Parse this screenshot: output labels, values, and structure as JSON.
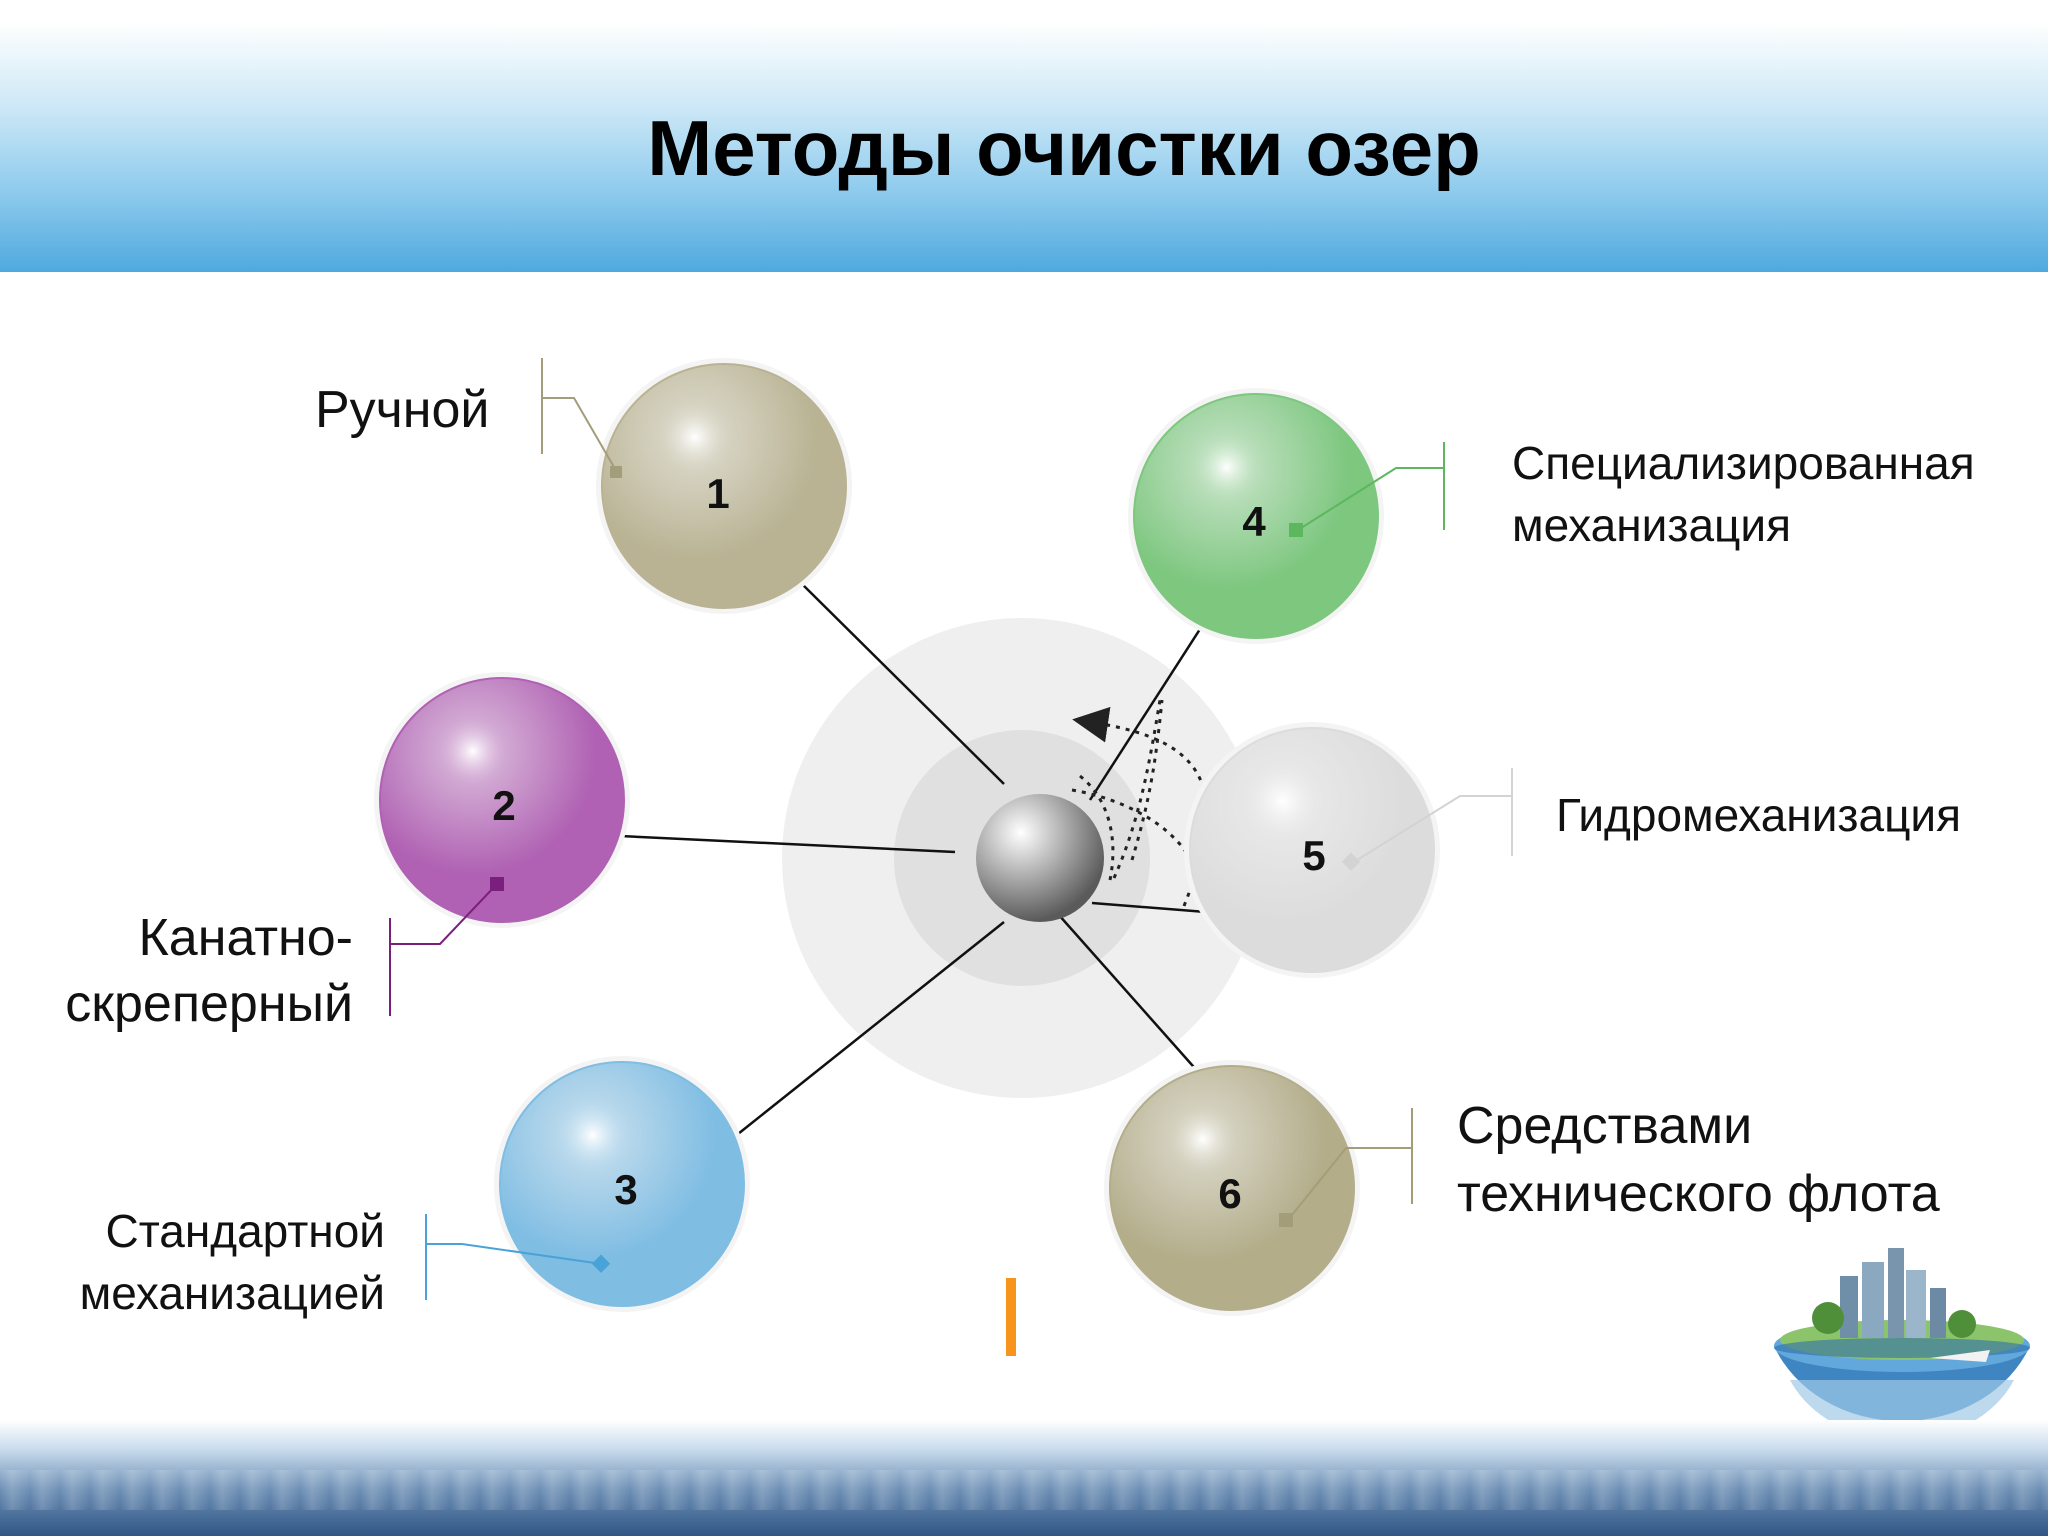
{
  "title": "Методы очистки озер",
  "methods": [
    {
      "number": "1",
      "lines": [
        "Ручной"
      ],
      "color": "#b9b393"
    },
    {
      "number": "2",
      "lines": [
        "Канатно-",
        "скреперный"
      ],
      "color": "#b061b3"
    },
    {
      "number": "3",
      "lines": [
        "Стандартной",
        "механизацией"
      ],
      "color": "#7fbde3"
    },
    {
      "number": "4",
      "lines": [
        "Специализированная",
        "механизация"
      ],
      "color": "#7dc77f"
    },
    {
      "number": "5",
      "lines": [
        "Гидромеханизация"
      ],
      "color": "#dcdcdc"
    },
    {
      "number": "6",
      "lines": [
        "Средствами",
        "технического флота"
      ],
      "color": "#b3ad8a"
    }
  ],
  "colors": {
    "header_top": "#ffffff",
    "header_bottom": "#4fa9df",
    "hub": "#9a9a9a",
    "accent_bar": "#f7941d"
  },
  "icons": {
    "hub": "silver-sphere-icon",
    "corner": "globe-city-icon"
  }
}
